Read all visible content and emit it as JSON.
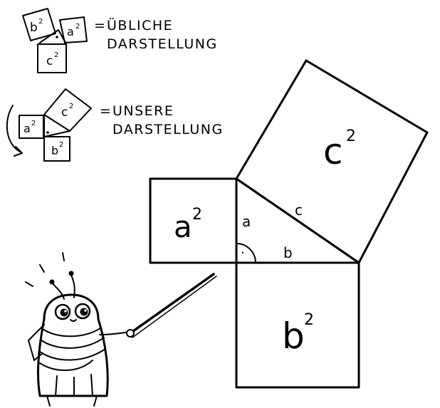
{
  "legend": {
    "usual": {
      "equals": "=",
      "line1": "ÜBLICHE",
      "line2": "DARSTELLUNG",
      "labels": {
        "a": "a",
        "b": "b",
        "c": "c",
        "exp": "2"
      }
    },
    "ours": {
      "equals": "=",
      "line1": "UNSERE",
      "line2": "DARSTELLUNG",
      "labels": {
        "a": "a",
        "b": "b",
        "c": "c",
        "exp": "2"
      }
    }
  },
  "main_figure": {
    "square_a": {
      "base": "a",
      "exp": "2"
    },
    "square_b": {
      "base": "b",
      "exp": "2"
    },
    "square_c": {
      "base": "c",
      "exp": "2"
    },
    "side_a": "a",
    "side_b": "b",
    "side_c": "c",
    "right_angle_dot": "·"
  },
  "colors": {
    "ink": "#000000",
    "paper": "#ffffff"
  }
}
